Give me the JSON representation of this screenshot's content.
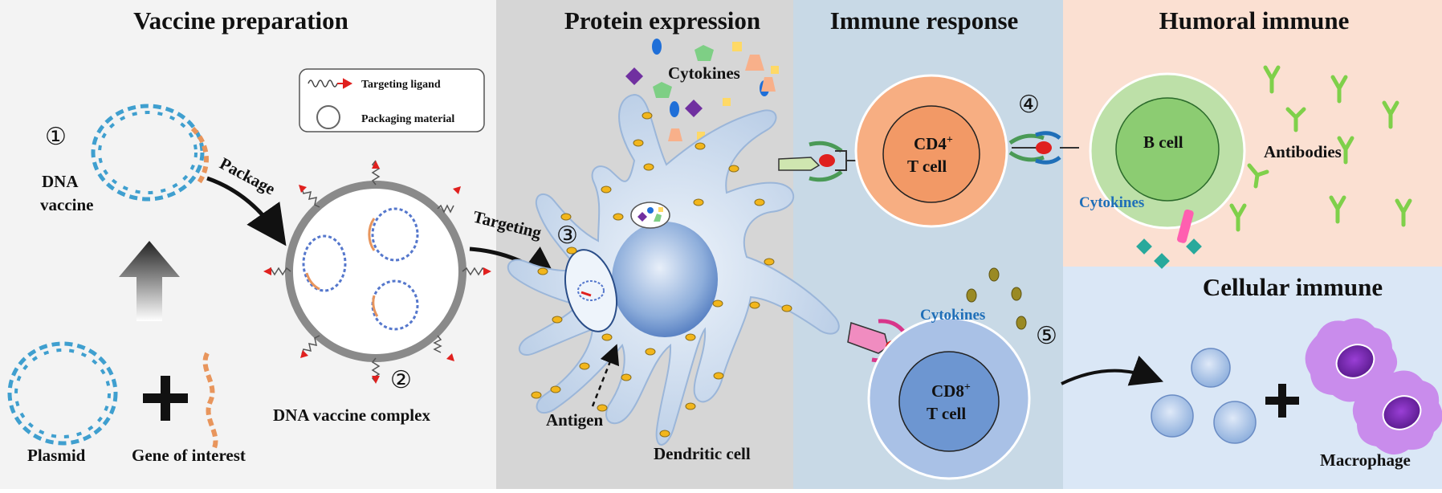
{
  "panels": {
    "vaccine_preparation": {
      "title": "Vaccine preparation"
    },
    "protein_expression": {
      "title": "Protein expression"
    },
    "immune_response": {
      "title": "Immune response"
    },
    "humoral_immune": {
      "title": "Humoral immune"
    },
    "cellular_immune": {
      "title": "Cellular immune"
    }
  },
  "legend": {
    "targeting_ligand": "Targeting ligand",
    "packaging_material": "Packaging material"
  },
  "steps": {
    "s1": "①",
    "s2": "②",
    "s3": "③",
    "s4": "④",
    "s5": "⑤"
  },
  "labels": {
    "dna": "DNA",
    "vaccine": "vaccine",
    "package": "Package",
    "targeting": "Targeting",
    "plasmid": "Plasmid",
    "gene_of_interest": "Gene of interest",
    "dna_vaccine_complex": "DNA vaccine complex",
    "cytokines_top": "Cytokines",
    "antigen": "Antigen",
    "dendritic_cell": "Dendritic cell",
    "cd4": "CD4",
    "cd4_sup": "+",
    "cd8": "CD8",
    "cd8_sup": "+",
    "t_cell": "T cell",
    "b_cell": "B cell",
    "antibodies": "Antibodies",
    "cytokines_b": "Cytokines",
    "cytokines_t": "Cytokines",
    "macrophage": "Macrophage"
  },
  "colors": {
    "dna_blue": "#3f9fcf",
    "dna_orange": "#e8955c",
    "ligand_red": "#e0201e",
    "cd4_fill": "#f7ae82",
    "cd8_fill": "#8fb1df",
    "bcell_fill": "#bde0a8",
    "antibody_green": "#7fd04a",
    "macrophage_purple": "#c98cec"
  }
}
